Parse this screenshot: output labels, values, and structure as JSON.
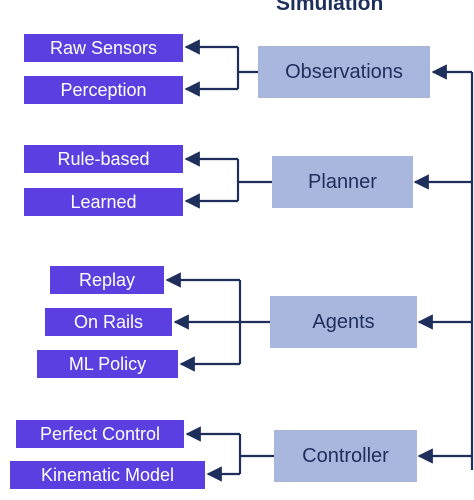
{
  "title": "Simulation",
  "groups": [
    {
      "label": "Observations",
      "children": [
        "Raw Sensors",
        "Perception"
      ]
    },
    {
      "label": "Planner",
      "children": [
        "Rule-based",
        "Learned"
      ]
    },
    {
      "label": "Agents",
      "children": [
        "Replay",
        "On Rails",
        "ML Policy"
      ]
    },
    {
      "label": "Controller",
      "children": [
        "Perfect Control",
        "Kinematic Model"
      ]
    }
  ],
  "colors": {
    "category_fill": "#a9b6de",
    "leaf_fill": "#5b3fe0",
    "line": "#1e2f5c"
  }
}
